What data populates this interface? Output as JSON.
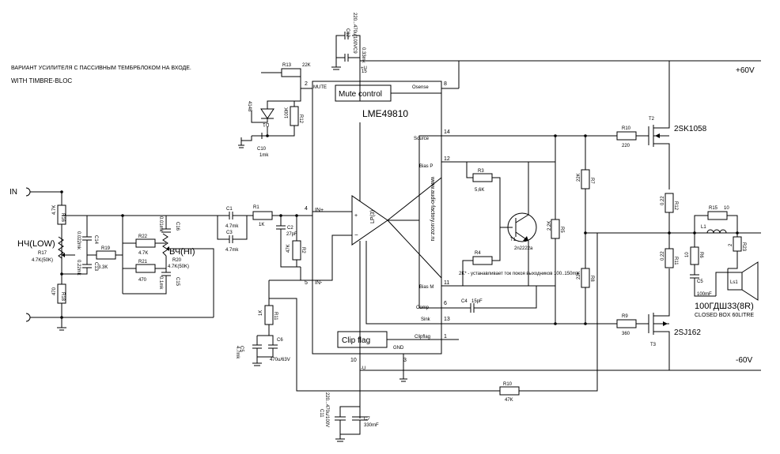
{
  "notes": {
    "title_ru": "ВАРИАНТ УСИЛИТЕЛЯ С ПАССИВНЫМ ТЕМБРБЛОКОМ НА ВХОДЕ.",
    "title_en": "WITH TIMBRE-BLOC",
    "bias_note": "2K* - устанавливает ток покоя выходников 100..150ma",
    "website": "www.audio-factory.ucoz.ru",
    "speaker_label": "100ГДШ33(8R)",
    "speaker_box": "CLOSED BOX 60LITRE"
  },
  "rails": {
    "pos": "+60V",
    "neg": "-60V"
  },
  "ic": {
    "name": "LME49810",
    "mute_block": "Mute control",
    "clip_block": "Clip flag",
    "pins": {
      "mute": "MUTE",
      "osense": "Osense",
      "inp": "IN+",
      "inm": "IN-",
      "source": "Source",
      "biasp": "Bias P",
      "biasm": "Bias M",
      "comp": "Comp",
      "sink": "Sink",
      "clipflag": "Clipflag",
      "gnd": "GND",
      "vplus": "+U",
      "vminus": "-U"
    },
    "pin_numbers": {
      "p2": "2",
      "p8": "8",
      "p15": "15",
      "p14": "14",
      "p12": "12",
      "p4": "4",
      "p5": "5",
      "p11": "11",
      "p6": "6",
      "p13": "13",
      "p1": "1",
      "p10": "10",
      "p3": "3"
    }
  },
  "input": {
    "in_label": "IN",
    "low_label": "НЧ(LOW)",
    "hi_label": "ВЧ(HI)"
  },
  "components": {
    "R16": {
      "ref": "R16",
      "val": "4.7K"
    },
    "R17": {
      "ref": "R17",
      "val": "4.7K(50K)"
    },
    "R18": {
      "ref": "R18",
      "val": "470"
    },
    "C14": {
      "ref": "C14",
      "val": "0.022mk"
    },
    "C13": {
      "ref": "C13",
      "val": "0.22mk"
    },
    "R19": {
      "ref": "R19",
      "val": "3.3K"
    },
    "R22": {
      "ref": "R22",
      "val": "4.7K"
    },
    "R21": {
      "ref": "R21",
      "val": "470"
    },
    "C16": {
      "ref": "C16",
      "val": "0.01mk"
    },
    "C15": {
      "ref": "C15",
      "val": "0.1mk"
    },
    "R20": {
      "ref": "R20",
      "val": "4.7K(50K)"
    },
    "C1": {
      "ref": "C1",
      "val": "4.7mk"
    },
    "C3": {
      "ref": "C3",
      "val": "4.7mk"
    },
    "R1": {
      "ref": "R1",
      "val": "1K"
    },
    "C2": {
      "ref": "C2",
      "val": "27pF"
    },
    "R2": {
      "ref": "R2",
      "val": "47K"
    },
    "R13": {
      "ref": "R13",
      "val": "22K"
    },
    "R12": {
      "ref": "R12",
      "val": "100K"
    },
    "D1": {
      "ref": "D1",
      "val": "4148"
    },
    "C10": {
      "ref": "C10",
      "val": "1mk"
    },
    "C12": {
      "ref": "C12",
      "val": "220...470u/100V"
    },
    "C9": {
      "ref": "C9",
      "val": "0.33mk"
    },
    "C11": {
      "ref": "C11",
      "val": "220...470u/100V"
    },
    "C7": {
      "ref": "C7",
      "val": "330mF"
    },
    "R11": {
      "ref": "R11",
      "val": "1K"
    },
    "C6": {
      "ref": "C6",
      "val": "470u/63V"
    },
    "C5b": {
      "ref": "C5",
      "val": "4.7mk"
    },
    "R3": {
      "ref": "R3",
      "val": "5,6K"
    },
    "R4": {
      "ref": "R4",
      "val": "2K*"
    },
    "T1": {
      "ref": "T1",
      "val": "2n2222a"
    },
    "R5": {
      "ref": "R5",
      "val": "2.2K"
    },
    "C4": {
      "ref": "C4",
      "val": "15pF"
    },
    "R10a": {
      "ref": "R10",
      "val": "220"
    },
    "R9": {
      "ref": "R9",
      "val": "360"
    },
    "R7": {
      "ref": "R7",
      "val": "22K"
    },
    "R8": {
      "ref": "R8",
      "val": "22K"
    },
    "T2": {
      "ref": "T2",
      "val": "2SK1058"
    },
    "T3": {
      "ref": "T3",
      "val": "2SJ162"
    },
    "RS1": {
      "ref": "R12",
      "val": "0.22"
    },
    "RS2": {
      "ref": "R11",
      "val": "0.22"
    },
    "R15": {
      "ref": "R15",
      "val": "10"
    },
    "L1": {
      "ref": "L1",
      "val": ""
    },
    "R6": {
      "ref": "R6",
      "val": "10"
    },
    "C5": {
      "ref": "C5",
      "val": "100mF"
    },
    "R23": {
      "ref": "R23",
      "val": "2"
    },
    "LS1": {
      "ref": "Ls1",
      "val": ""
    },
    "R10b": {
      "ref": "R10",
      "val": "47K"
    }
  }
}
